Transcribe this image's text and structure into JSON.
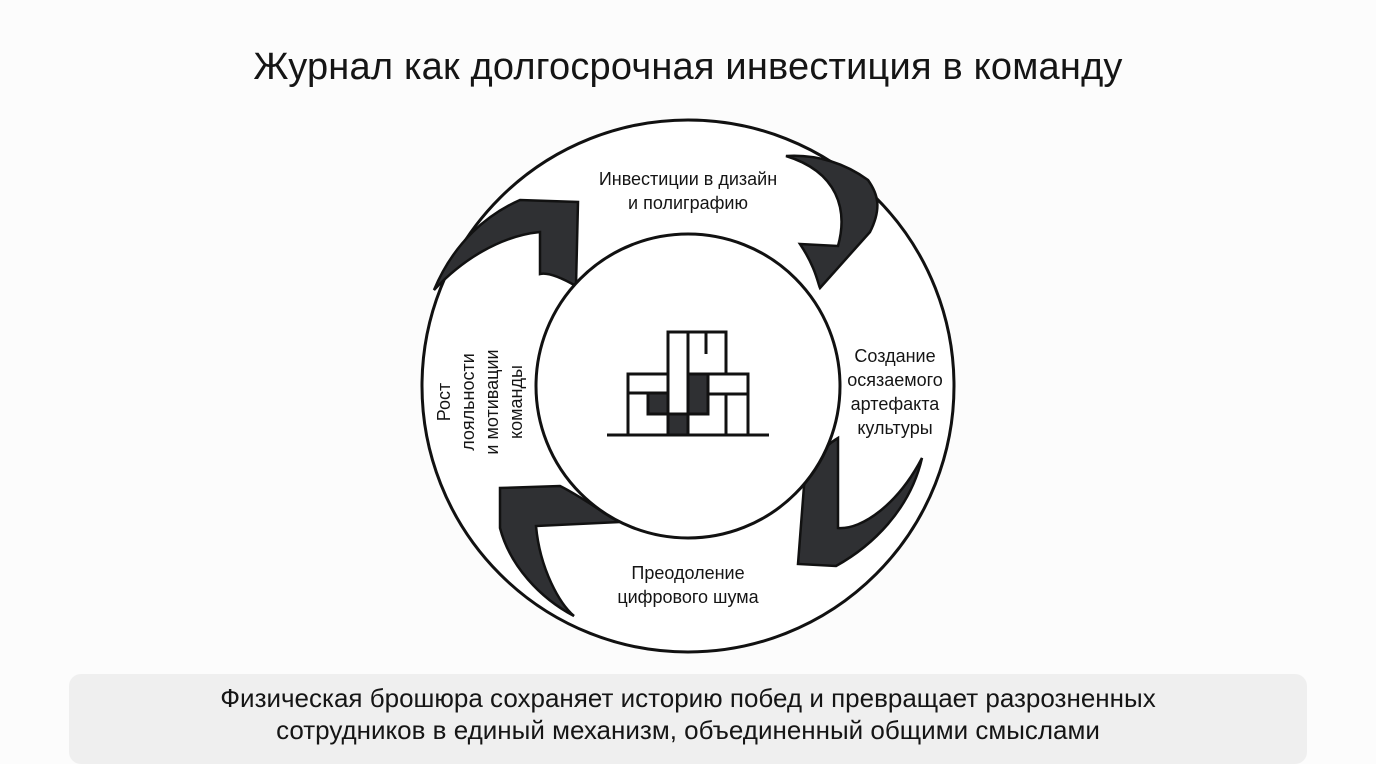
{
  "title": "Журнал как долгосрочная инвестиция в команду",
  "segments": {
    "top": [
      "Инвестиции в дизайн",
      "и полиграфию"
    ],
    "right": [
      "Создание",
      "осязаемого",
      "артефакта",
      "культуры"
    ],
    "bottom": [
      "Преодоление",
      "цифрового шума"
    ],
    "left": [
      "Рост",
      "лояльности",
      "и мотивации",
      "команды"
    ]
  },
  "center_icon": "modular-building-icon",
  "footer": [
    "Физическая брошюра сохраняет историю побед и превращает разрозненных",
    "сотрудников в единый механизм, объединенный общими смыслами"
  ],
  "colors": {
    "arrow": "#2f3033",
    "outline": "#111111",
    "background": "#fcfcfc",
    "banner": "#efefef"
  }
}
